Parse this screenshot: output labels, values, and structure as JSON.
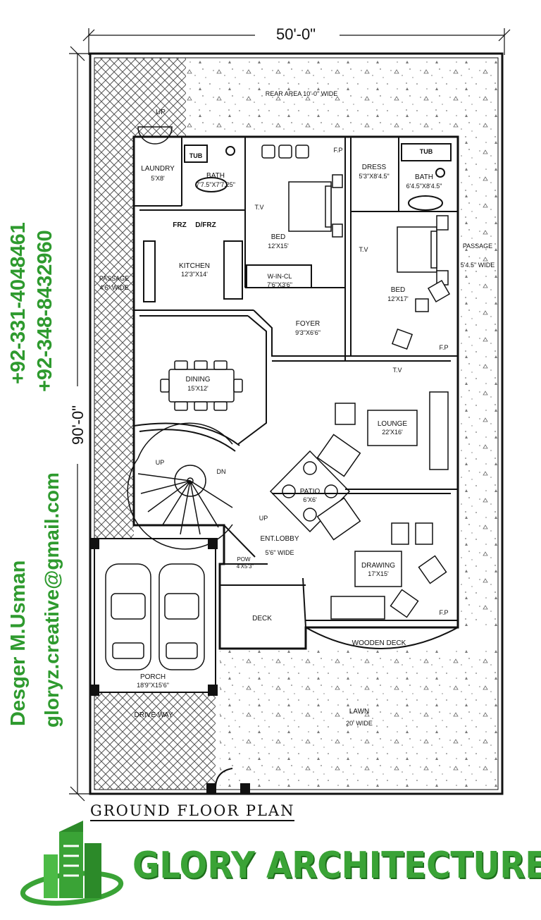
{
  "dimensions": {
    "width": "50'-0\"",
    "depth": "90'-0\""
  },
  "contact": {
    "phone1": "+92-331-4048461",
    "phone2": "+92-348-8432960",
    "designer": "Desger M.Usman",
    "email": "gloryz.creative@gmail.com"
  },
  "title": "GROUND  FLOOR  PLAN",
  "brand": "GLORY ARCHITECTURE",
  "colors": {
    "brand": "#3aa336",
    "ink": "#111111",
    "hatch": "#444444"
  },
  "rooms": {
    "rear_area": "REAR AREA 10'-0\" WIDE",
    "up_top": "UP",
    "laundry": {
      "name": "LAUNDRY",
      "size": "5'X8'"
    },
    "tub1": "TUB",
    "bath1": {
      "name": "BATH",
      "size": "7'7.5\"X7'7.25\""
    },
    "fp1": "F.P",
    "dress": {
      "name": "DRESS",
      "size": "5'3\"X8'4.5\""
    },
    "tub2": "TUB",
    "bath2": {
      "name": "BATH",
      "size": "6'4.5\"X8'4.5\""
    },
    "tv1": "T.V",
    "bed1": {
      "name": "BED",
      "size": "12'X15'"
    },
    "frz": "FRZ",
    "dfrz": "D/FRZ",
    "kitchen": {
      "name": "KITCHEN",
      "size": "12'3\"X14'"
    },
    "passage_left": {
      "name": "PASSAGE",
      "size": "4'6\" WIDE"
    },
    "tv2": "T.V",
    "passage_right": {
      "name": "PASSAGE",
      "size": "5'4.5\" WIDE"
    },
    "bed2": {
      "name": "BED",
      "size": "12'X17'"
    },
    "win_cl": {
      "name": "W-IN-CL",
      "size": "7'6\"X3'6\""
    },
    "foyer": {
      "name": "FOYER",
      "size": "9'3\"X6'6\""
    },
    "fp2": "F.P",
    "tv3": "T.V",
    "dining": {
      "name": "DINING",
      "size": "15'X12'"
    },
    "lounge": {
      "name": "LOUNGE",
      "size": "22'X16'"
    },
    "up_stair": "UP",
    "dn": "DN",
    "patio": {
      "name": "PATIO",
      "size": "6'X6'"
    },
    "up_lobby": "UP",
    "ent_lobby": {
      "name": "ENT.LOBBY",
      "size": "5'6\" WIDE"
    },
    "pow": {
      "name": "POW",
      "size": "4'X5'3\""
    },
    "drawing": {
      "name": "DRAWING",
      "size": "17'X15'"
    },
    "deck": "DECK",
    "fp3": "F.P",
    "wooden_deck": "WOODEN DECK",
    "porch": {
      "name": "PORCH",
      "size": "18'9\"X15'6\""
    },
    "drive_way": "DRIVE WAY",
    "lawn": {
      "name": "LAWN",
      "size": "20' WIDE"
    }
  }
}
